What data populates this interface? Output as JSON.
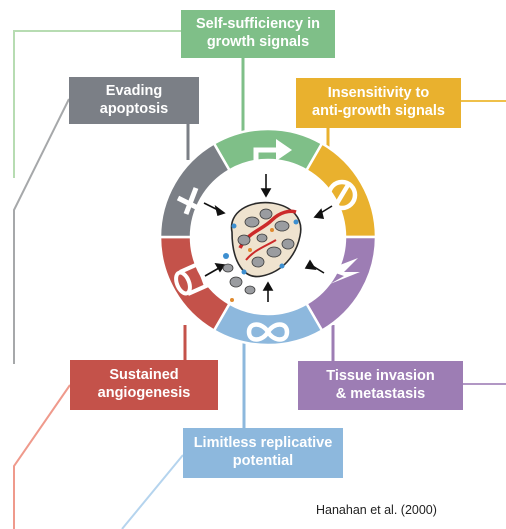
{
  "hallmarks": [
    {
      "id": "self",
      "lines": [
        "Self-sufficiency in",
        "growth signals"
      ],
      "color": "#7fbf88",
      "icon": "arrow-icon"
    },
    {
      "id": "insens",
      "lines": [
        "Insensitivity to",
        "anti-growth signals"
      ],
      "color": "#e9b12e",
      "icon": "no-entry-icon"
    },
    {
      "id": "invasion",
      "lines": [
        "Tissue invasion",
        "& metastasis"
      ],
      "color": "#9d7db4",
      "icon": "zigzag-icon"
    },
    {
      "id": "limit",
      "lines": [
        "Limitless replicative",
        "potential"
      ],
      "color": "#8db8dd",
      "icon": "infinity-icon"
    },
    {
      "id": "angio",
      "lines": [
        "Sustained",
        "angiogenesis"
      ],
      "color": "#c4524a",
      "icon": "vessel-icon"
    },
    {
      "id": "evade",
      "lines": [
        "Evading",
        "apoptosis"
      ],
      "color": "#7b7f86",
      "icon": "cross-icon"
    }
  ],
  "citation": "Hanahan et al. (2000)"
}
